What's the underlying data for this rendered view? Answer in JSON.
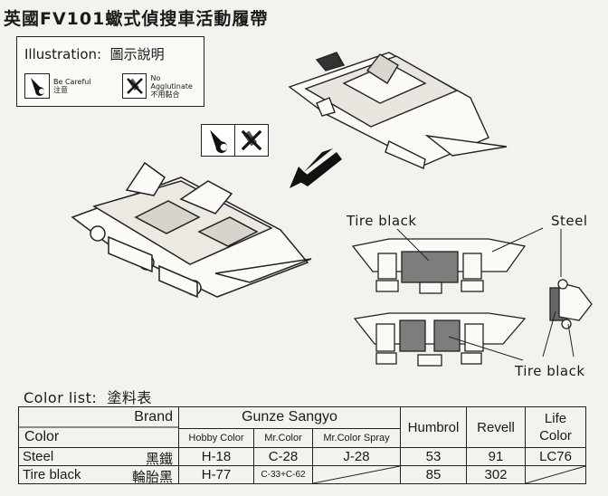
{
  "title": "英國FV101蠍式偵搜車活動履帶",
  "legend": {
    "title": "Illustration:",
    "title_zh": "圖示說明",
    "items": [
      {
        "icon": "caution-icon",
        "label_en": "Be Careful",
        "label_zh": "注意"
      },
      {
        "icon": "no-glue-icon",
        "label_en": "No Agglutinate",
        "label_zh": "不用黏合"
      }
    ]
  },
  "callouts": {
    "tire_black_top": "Tire black",
    "steel": "Steel",
    "tire_black_bottom": "Tire black"
  },
  "color_list": {
    "label": "Color list:",
    "label_zh": "塗料表"
  },
  "paint_table": {
    "brand_label": "Brand",
    "color_label": "Color",
    "gunze": "Gunze Sangyo",
    "sub_headers": [
      "Hobby Color",
      "Mr.Color",
      "Mr.Color Spray"
    ],
    "humbrol": "Humbrol",
    "revell": "Revell",
    "life_color": "Life Color",
    "rows": [
      {
        "name": "Steel",
        "name_zh": "黑鐵",
        "hobby": "H-18",
        "mrcolor": "C-28",
        "spray": "J-28",
        "humbrol": "53",
        "revell": "91",
        "life": "LC76"
      },
      {
        "name": "Tire black",
        "name_zh": "輪胎黑",
        "hobby": "H-77",
        "mrcolor": "C-33+C-62",
        "spray": "",
        "humbrol": "85",
        "revell": "302",
        "life": ""
      }
    ]
  }
}
